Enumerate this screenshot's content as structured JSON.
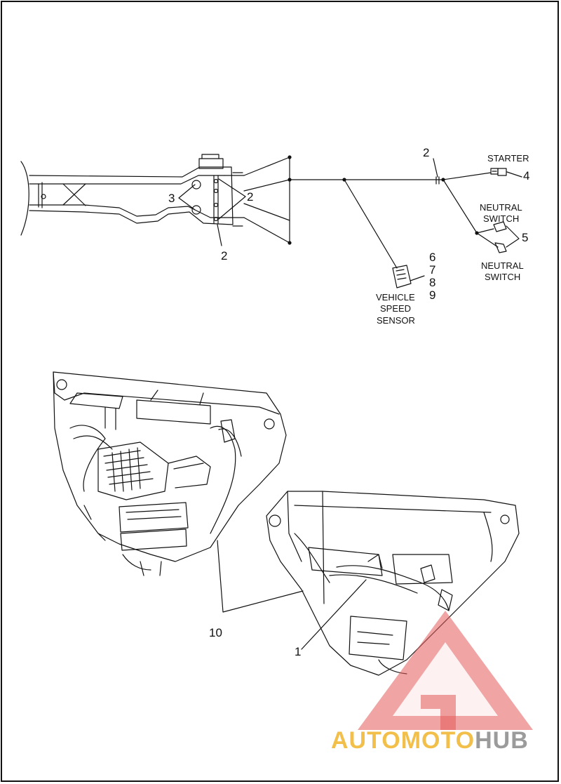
{
  "callouts": {
    "c1": "1",
    "c2_left": "2",
    "c2_bottom": "2",
    "c2_top": "2",
    "c3": "3",
    "c4": "4",
    "c5": "5",
    "c6": "6",
    "c7": "7",
    "c8": "8",
    "c9": "9",
    "c10": "10"
  },
  "labels": {
    "starter": "STARTER",
    "neutral_switch_top": [
      "NEUTRAL",
      "SWITCH"
    ],
    "neutral_switch_bottom": [
      "NEUTRAL",
      "SWITCH"
    ],
    "vehicle_speed_sensor": [
      "VEHICLE",
      "SPEED",
      "SENSOR"
    ]
  },
  "watermark": {
    "part1": "AUTO",
    "part2": "MOTO",
    "part3": "HUB",
    "color_primary": "#f0b52a",
    "color_accent": "#e45a5a",
    "color_dark": "#8a8a8a"
  }
}
